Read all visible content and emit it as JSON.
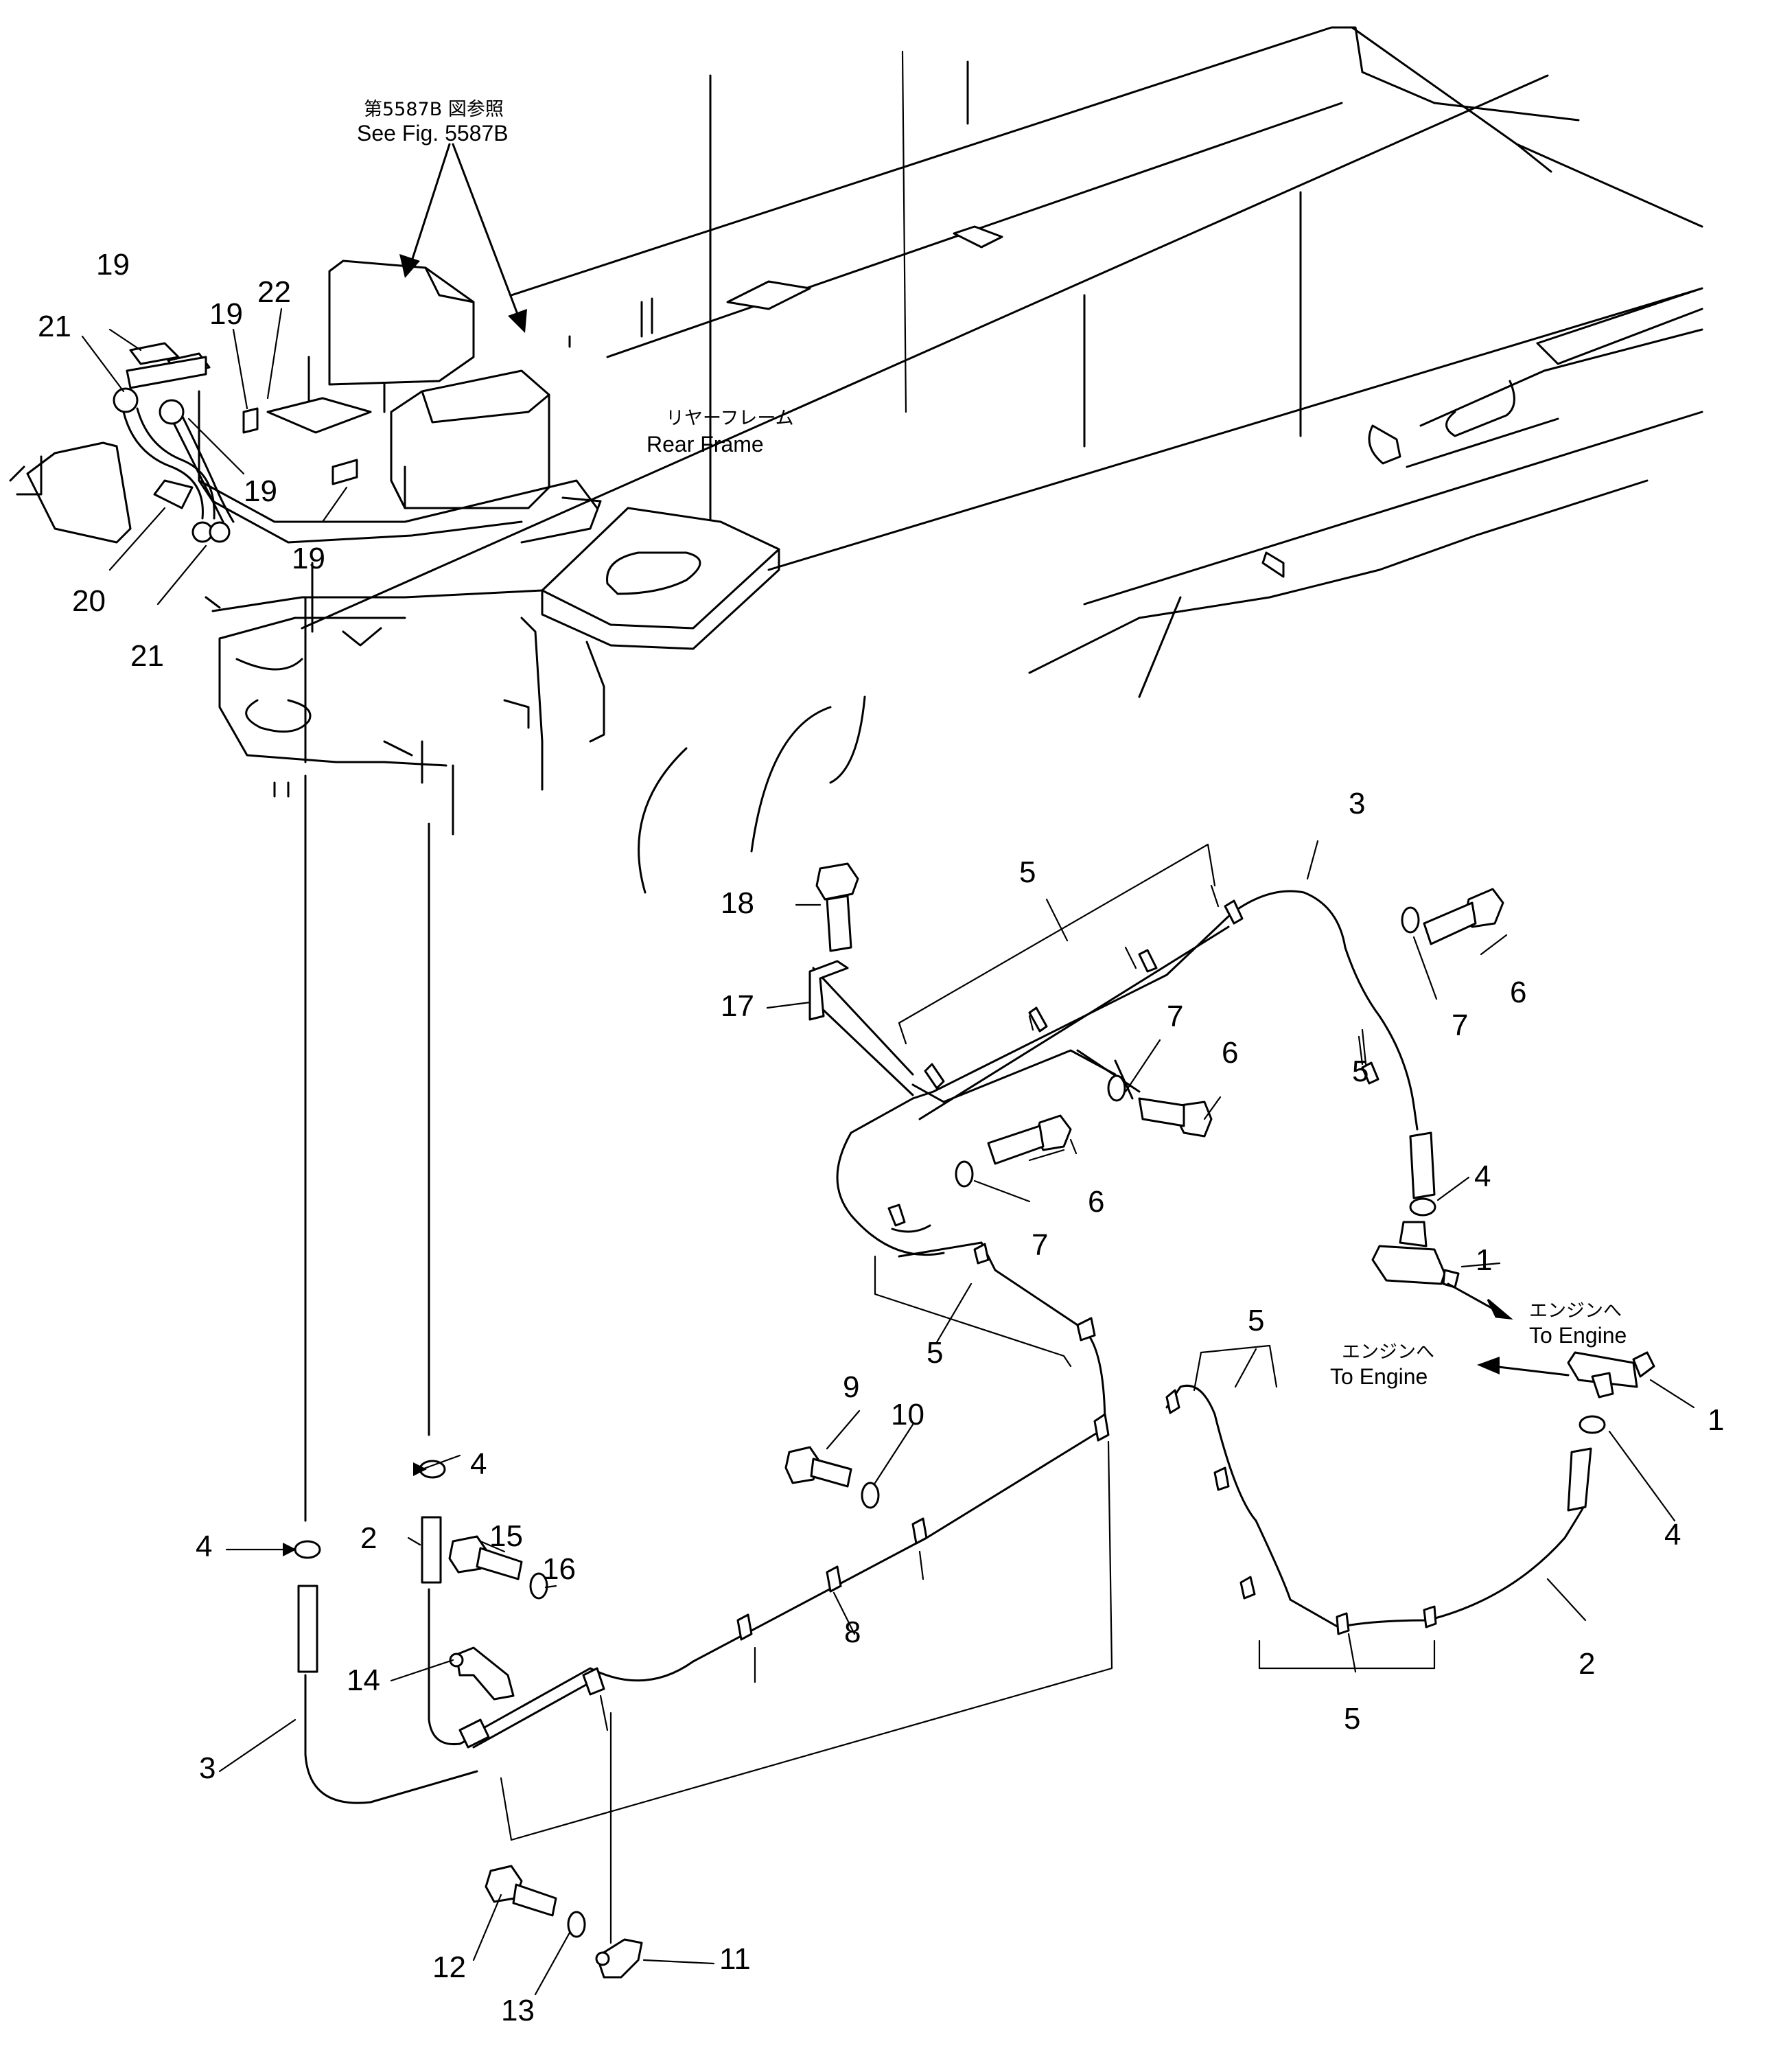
{
  "callouts": [
    {
      "id": "c-1a",
      "text": "1"
    },
    {
      "id": "c-1b",
      "text": "1"
    },
    {
      "id": "c-2a",
      "text": "2"
    },
    {
      "id": "c-2b",
      "text": "2"
    },
    {
      "id": "c-3a",
      "text": "3"
    },
    {
      "id": "c-3b",
      "text": "3"
    },
    {
      "id": "c-4a",
      "text": "4"
    },
    {
      "id": "c-4b",
      "text": "4"
    },
    {
      "id": "c-4c",
      "text": "4"
    },
    {
      "id": "c-4d",
      "text": "4"
    },
    {
      "id": "c-5a",
      "text": "5"
    },
    {
      "id": "c-5b",
      "text": "5"
    },
    {
      "id": "c-5c",
      "text": "5"
    },
    {
      "id": "c-5d",
      "text": "5"
    },
    {
      "id": "c-5e",
      "text": "5"
    },
    {
      "id": "c-6a",
      "text": "6"
    },
    {
      "id": "c-6b",
      "text": "6"
    },
    {
      "id": "c-6c",
      "text": "6"
    },
    {
      "id": "c-7a",
      "text": "7"
    },
    {
      "id": "c-7b",
      "text": "7"
    },
    {
      "id": "c-7c",
      "text": "7"
    },
    {
      "id": "c-8",
      "text": "8"
    },
    {
      "id": "c-9",
      "text": "9"
    },
    {
      "id": "c-10",
      "text": "10"
    },
    {
      "id": "c-11",
      "text": "11"
    },
    {
      "id": "c-12",
      "text": "12"
    },
    {
      "id": "c-13",
      "text": "13"
    },
    {
      "id": "c-14",
      "text": "14"
    },
    {
      "id": "c-15",
      "text": "15"
    },
    {
      "id": "c-16",
      "text": "16"
    },
    {
      "id": "c-17",
      "text": "17"
    },
    {
      "id": "c-18",
      "text": "18"
    },
    {
      "id": "c-19a",
      "text": "19"
    },
    {
      "id": "c-19b",
      "text": "19"
    },
    {
      "id": "c-19c",
      "text": "19"
    },
    {
      "id": "c-19d",
      "text": "19"
    },
    {
      "id": "c-20",
      "text": "20"
    },
    {
      "id": "c-21a",
      "text": "21"
    },
    {
      "id": "c-21b",
      "text": "21"
    },
    {
      "id": "c-22",
      "text": "22"
    }
  ],
  "notes": {
    "see_fig_jp": "第5587B 図参照",
    "see_fig_en": "See Fig. 5587B",
    "rear_frame_jp": "リヤーフレーム",
    "rear_frame_en": "Rear Frame",
    "to_engine_jp_1": "エンジンへ",
    "to_engine_en_1": "To Engine",
    "to_engine_jp_2": "エンジンへ",
    "to_engine_en_2": "To Engine"
  }
}
